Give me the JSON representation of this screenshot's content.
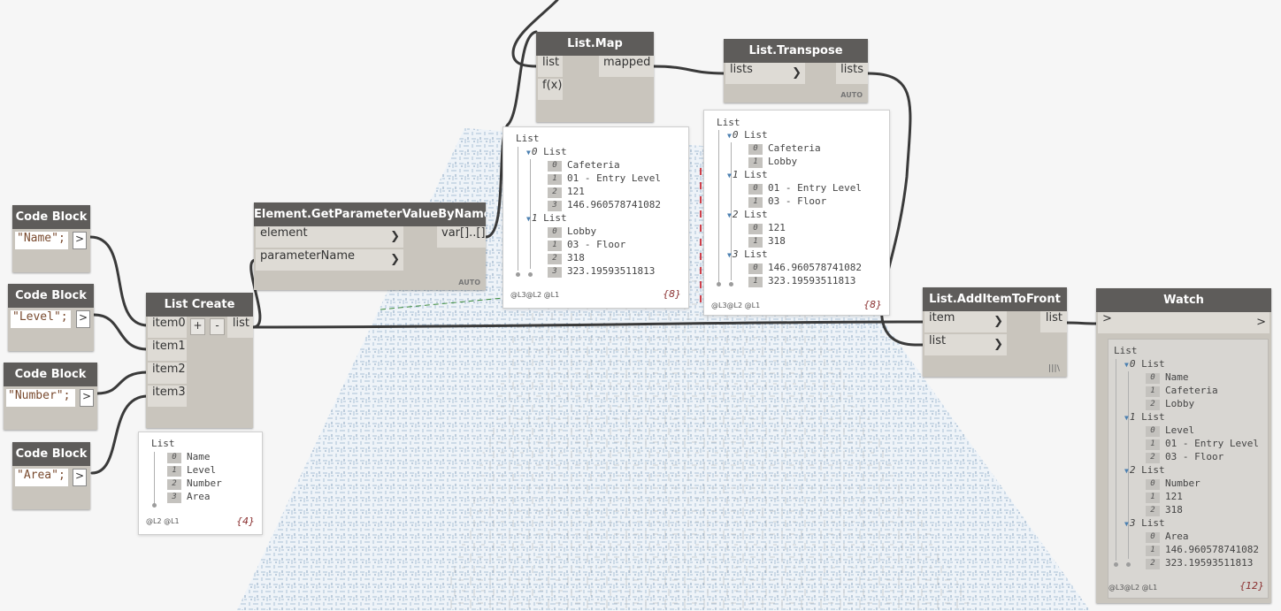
{
  "nodes": {
    "cb_name": {
      "title": "Code Block",
      "code": "\"Name\";",
      "out": ">"
    },
    "cb_level": {
      "title": "Code Block",
      "code": "\"Level\";",
      "out": ">"
    },
    "cb_number": {
      "title": "Code Block",
      "code": "\"Number\";",
      "out": ">"
    },
    "cb_area": {
      "title": "Code Block",
      "code": "\"Area\";",
      "out": ">"
    },
    "list_create": {
      "title": "List Create",
      "inputs": [
        "item0",
        "item1",
        "item2",
        "item3"
      ],
      "add": "+",
      "remove": "-",
      "output": "list"
    },
    "get_param": {
      "title": "Element.GetParameterValueByName",
      "inputs": [
        "element",
        "parameterName"
      ],
      "output": "var[]..[]",
      "lacing": "AUTO"
    },
    "list_map": {
      "title": "List.Map",
      "inputs": [
        "list",
        "f(x)"
      ],
      "output": "mapped"
    },
    "list_transpose": {
      "title": "List.Transpose",
      "inputs": [
        "lists"
      ],
      "output": "lists",
      "lacing": "AUTO"
    },
    "add_front": {
      "title": "List.AddItemToFront",
      "inputs": [
        "item",
        "list"
      ],
      "output": "list",
      "lacing": "|||\\"
    },
    "watch": {
      "title": "Watch",
      "input": ">",
      "output": ">"
    }
  },
  "previews": {
    "list_create": {
      "root": "List",
      "items": [
        {
          "index": "0",
          "value": "Name"
        },
        {
          "index": "1",
          "value": "Level"
        },
        {
          "index": "2",
          "value": "Number"
        },
        {
          "index": "3",
          "value": "Area"
        }
      ],
      "levels": "@L2 @L1",
      "count": "{4}"
    },
    "list_map": {
      "root": "List",
      "groups": [
        {
          "index": "0",
          "label": "List",
          "items": [
            {
              "index": "0",
              "value": "Cafeteria"
            },
            {
              "index": "1",
              "value": "01 - Entry Level"
            },
            {
              "index": "2",
              "value": "121"
            },
            {
              "index": "3",
              "value": "146.960578741082"
            }
          ]
        },
        {
          "index": "1",
          "label": "List",
          "items": [
            {
              "index": "0",
              "value": "Lobby"
            },
            {
              "index": "1",
              "value": "03 - Floor"
            },
            {
              "index": "2",
              "value": "318"
            },
            {
              "index": "3",
              "value": "323.19593511813"
            }
          ]
        }
      ],
      "levels": "@L3@L2 @L1",
      "count": "{8}"
    },
    "list_transpose": {
      "root": "List",
      "groups": [
        {
          "index": "0",
          "label": "List",
          "items": [
            {
              "index": "0",
              "value": "Cafeteria"
            },
            {
              "index": "1",
              "value": "Lobby"
            }
          ]
        },
        {
          "index": "1",
          "label": "List",
          "items": [
            {
              "index": "0",
              "value": "01 - Entry Level"
            },
            {
              "index": "1",
              "value": "03 - Floor"
            }
          ]
        },
        {
          "index": "2",
          "label": "List",
          "items": [
            {
              "index": "0",
              "value": "121"
            },
            {
              "index": "1",
              "value": "318"
            }
          ]
        },
        {
          "index": "3",
          "label": "List",
          "items": [
            {
              "index": "0",
              "value": "146.960578741082"
            },
            {
              "index": "1",
              "value": "323.19593511813"
            }
          ]
        }
      ],
      "levels": "@L3@L2 @L1",
      "count": "{8}"
    },
    "watch": {
      "root": "List",
      "groups": [
        {
          "index": "0",
          "label": "List",
          "items": [
            {
              "index": "0",
              "value": "Name"
            },
            {
              "index": "1",
              "value": "Cafeteria"
            },
            {
              "index": "2",
              "value": "Lobby"
            }
          ]
        },
        {
          "index": "1",
          "label": "List",
          "items": [
            {
              "index": "0",
              "value": "Level"
            },
            {
              "index": "1",
              "value": "01 - Entry Level"
            },
            {
              "index": "2",
              "value": "03 - Floor"
            }
          ]
        },
        {
          "index": "2",
          "label": "List",
          "items": [
            {
              "index": "0",
              "value": "Number"
            },
            {
              "index": "1",
              "value": "121"
            },
            {
              "index": "2",
              "value": "318"
            }
          ]
        },
        {
          "index": "3",
          "label": "List",
          "items": [
            {
              "index": "0",
              "value": "Area"
            },
            {
              "index": "1",
              "value": "146.960578741082"
            },
            {
              "index": "2",
              "value": "323.19593511813"
            }
          ]
        }
      ],
      "levels": "@L3@L2 @L1",
      "count": "{12}"
    }
  },
  "colors": {
    "node_title": "#5e5c5a",
    "node_body": "#c9c5bd",
    "port": "#dedbd5",
    "wire": "#3a3a3a",
    "count_text": "#8a2f2f",
    "code_text": "#7a4b2f"
  }
}
